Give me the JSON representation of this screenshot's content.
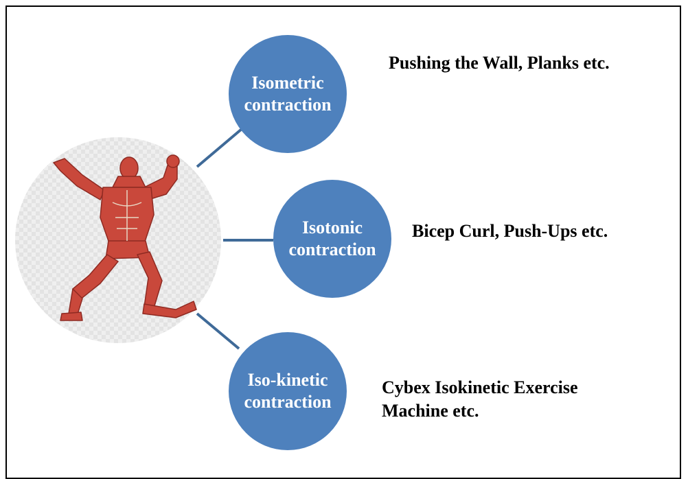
{
  "diagram": {
    "nodes": [
      {
        "line1": "Isometric",
        "line2": "contraction",
        "example": "Pushing the Wall, Planks etc."
      },
      {
        "line1": "Isotonic",
        "line2": "contraction",
        "example": "Bicep Curl, Push-Ups etc."
      },
      {
        "line1": "Iso-kinetic",
        "line2": "contraction",
        "example": "Cybex Isokinetic Exercise Machine etc."
      }
    ],
    "hub_image": "muscular-man-figure",
    "colors": {
      "node_fill": "#4e81bd",
      "connector": "#3f6a98",
      "node_text": "#ffffff",
      "text": "#000000"
    }
  }
}
